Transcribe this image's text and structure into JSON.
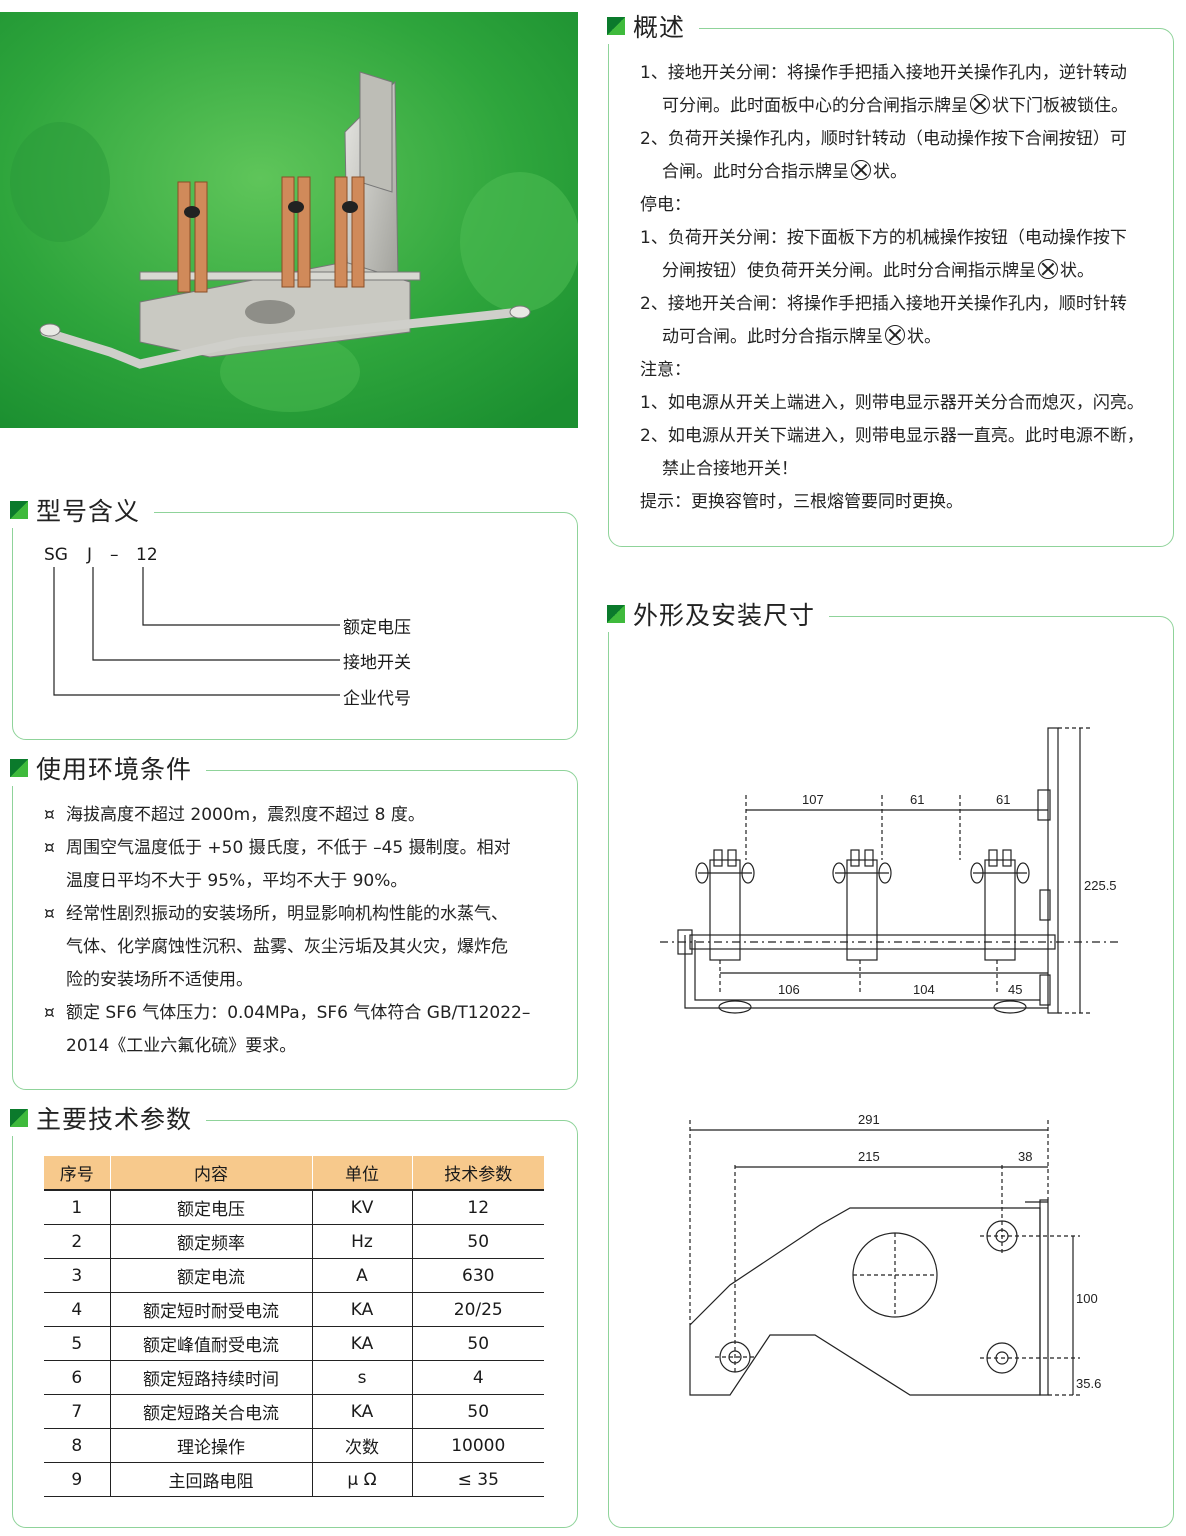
{
  "overview": {
    "title": "概述",
    "lines": [
      "1、接地开关分闸：将操作手把插入接地开关操作孔内，逆针转动",
      "可分闸。此时面板中心的分合闸指示牌呈",
      "状下门板被锁住。",
      "2、负荷开关操作孔内，顺时针转动（电动操作按下合闸按钮）可",
      "合闸。此时分合指示牌呈",
      "状。",
      "停电：",
      "1、负荷开关分闸：按下面板下方的机械操作按钮（电动操作按下",
      "分闸按钮）使负荷开关分闸。此时分合闸指示牌呈",
      "状。",
      "2、接地开关合闸：将操作手把插入接地开关操作孔内，顺时针转",
      "动可合闸。此时分合指示牌呈",
      "状。",
      "注意：",
      "1、如电源从开关上端进入，则带电显示器开关分合而熄灭，闪亮。",
      "2、如电源从开关下端进入，则带电显示器一直亮。此时电源不断，",
      "禁止合接地开关！",
      "提示：更换容管时，三根熔管要同时更换。"
    ]
  },
  "model": {
    "title": "型号含义",
    "parts": [
      "SG",
      "J",
      "–",
      "12"
    ],
    "labels": [
      "额定电压",
      "接地开关",
      "企业代号"
    ]
  },
  "environment": {
    "title": "使用环境条件",
    "bullet": "¤",
    "lines": [
      "海拔高度不超过 2000m，震烈度不超过 8 度。",
      "周围空气温度低于 +50 摄氏度，不低于 –45 摄制度。相对",
      "温度日平均不大于 95%，平均不大于 90%。",
      "经常性剧烈振动的安装场所，明显影响机构性能的水蒸气、",
      "气体、化学腐蚀性沉积、盐雾、灰尘污垢及其火灾，爆炸危",
      "险的安装场所不适使用。",
      "额定 SF6 气体压力：0.04MPa，SF6 气体符合 GB/T12022–",
      "2014《工业六氟化硫》要求。"
    ]
  },
  "specs": {
    "title": "主要技术参数",
    "headers": [
      "序号",
      "内容",
      "单位",
      "技术参数"
    ],
    "rows": [
      [
        "1",
        "额定电压",
        "KV",
        "12"
      ],
      [
        "2",
        "额定频率",
        "Hz",
        "50"
      ],
      [
        "3",
        "额定电流",
        "A",
        "630"
      ],
      [
        "4",
        "额定短时耐受电流",
        "KA",
        "20/25"
      ],
      [
        "5",
        "额定峰值耐受电流",
        "KA",
        "50"
      ],
      [
        "6",
        "额定短路持续时间",
        "s",
        "4"
      ],
      [
        "7",
        "额定短路关合电流",
        "KA",
        "50"
      ],
      [
        "8",
        "理论操作",
        "次数",
        "10000"
      ],
      [
        "9",
        "主回路电阻",
        "μ Ω",
        "≤ 35"
      ]
    ]
  },
  "dimensions": {
    "title": "外形及安装尺寸",
    "front": [
      "107",
      "61",
      "61",
      "225.5",
      "106",
      "104",
      "45"
    ],
    "top": [
      "291",
      "215",
      "38",
      "100",
      "35.6"
    ]
  },
  "colors": {
    "accent": "#8fd39a",
    "header_bg": "#f7c98c",
    "photo_bg": "#2aa43a"
  }
}
